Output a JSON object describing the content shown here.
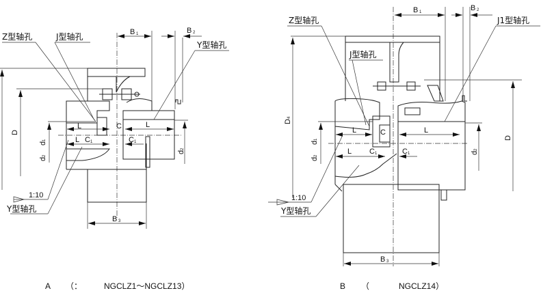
{
  "drawing_a": {
    "labels": {
      "z_bore": "Z型轴孔",
      "j_bore": "J型轴孔",
      "y_bore_right": "Y型轴孔",
      "y_bore_left": "Y型轴孔",
      "taper": "1:10"
    },
    "dims": {
      "B1": "B",
      "B1_sub": "1",
      "B2": "B",
      "B2_sub": "2",
      "B3": "B",
      "B3_sub": "3",
      "D": "D",
      "d1": "d",
      "d1_sub": "1",
      "d2": "d",
      "d2_sub": "2",
      "L_top_left": "L",
      "L_top_right": "L",
      "L_bottom": "L",
      "C": "C",
      "C1_left": "C",
      "C1_left_sub": "1",
      "C1_right": "C",
      "C1_right_sub": "1"
    },
    "caption": {
      "letter": "A",
      "paren_open": "（：",
      "models": "NGCLZ1～NGCLZ13）"
    }
  },
  "drawing_b": {
    "labels": {
      "z_bore": "Z型轴孔",
      "j_bore": "J型轴孔",
      "j1_bore": "J1型轴孔",
      "y_bore": "Y型轴孔",
      "taper": "1:10"
    },
    "dims": {
      "B1": "B",
      "B1_sub": "1",
      "B2": "B",
      "B2_sub": "2",
      "B3": "B",
      "B3_sub": "3",
      "D4": "D",
      "D4_sub": "4",
      "D": "D",
      "d1": "d",
      "d1_sub": "1",
      "d2": "d",
      "d2_sub": "2",
      "L_top_left": "L",
      "L_top_right": "L",
      "L_bottom": "L",
      "C": "C",
      "C1_left": "C",
      "C1_left_sub": "1",
      "C1_right": "C",
      "C1_right_sub": "1"
    },
    "caption": {
      "letter": "B",
      "paren_open": "（",
      "models": "NGCLZ14）"
    }
  }
}
